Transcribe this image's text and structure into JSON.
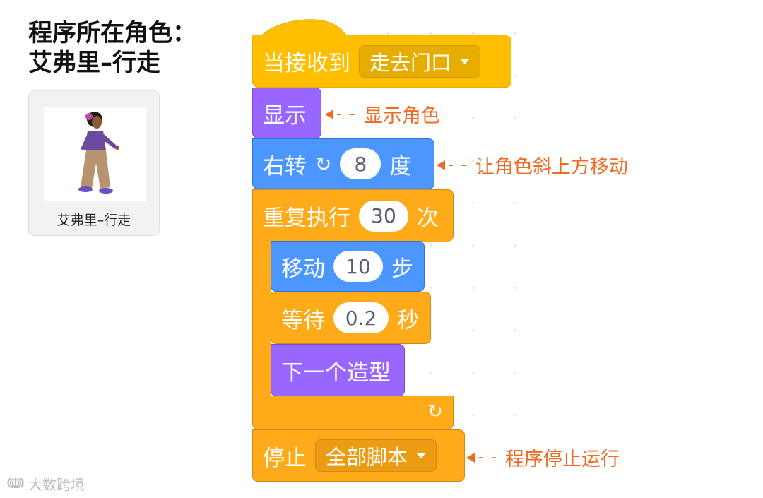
{
  "heading": {
    "line1": "程序所在角色：",
    "line2": "艾弗里–行走"
  },
  "sprite": {
    "name": "艾弗里–行走"
  },
  "colors": {
    "events": "#ffbf00",
    "looks": "#9966ff",
    "motion": "#4c97ff",
    "control": "#ffab19",
    "annotation": "#f06a22"
  },
  "script": {
    "when_received": {
      "label": "当接收到",
      "message": "走去门口"
    },
    "show": {
      "label": "显示"
    },
    "turn": {
      "label": "右转",
      "icon": "rotate-right-icon",
      "degrees": "8",
      "unit": "度"
    },
    "repeat": {
      "label": "重复执行",
      "times": "30",
      "unit": "次",
      "end_icon": "loop-arrow-icon"
    },
    "move": {
      "label": "移动",
      "steps": "10",
      "unit": "步"
    },
    "wait": {
      "label": "等待",
      "seconds": "0.2",
      "unit": "秒"
    },
    "next_costume": {
      "label": "下一个造型"
    },
    "stop": {
      "label": "停止",
      "option": "全部脚本"
    }
  },
  "annotations": {
    "show": "显示角色",
    "turn": "让角色斜上方移动",
    "stop": "程序停止运行"
  },
  "watermark": {
    "text": "大数跨境",
    "icon": "brand-logo-icon"
  }
}
